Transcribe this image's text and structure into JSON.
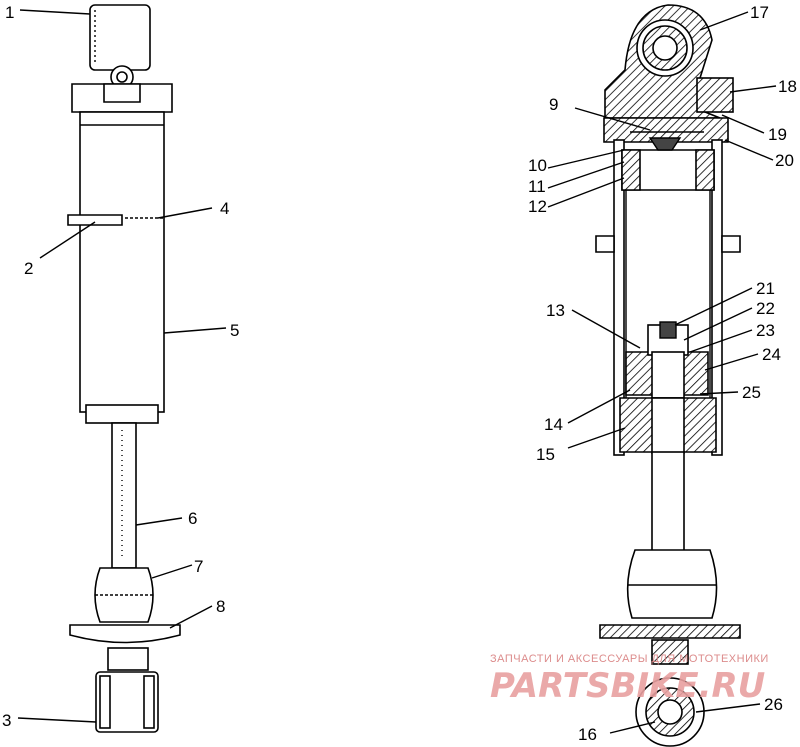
{
  "callouts": {
    "c1": "1",
    "c2": "2",
    "c3": "3",
    "c4": "4",
    "c5": "5",
    "c6": "6",
    "c7": "7",
    "c8": "8",
    "c9": "9",
    "c10": "10",
    "c11": "11",
    "c12": "12",
    "c13": "13",
    "c14": "14",
    "c15": "15",
    "c16": "16",
    "c17": "17",
    "c18": "18",
    "c19": "19",
    "c20": "20",
    "c21": "21",
    "c22": "22",
    "c23": "23",
    "c24": "24",
    "c25": "25",
    "c26": "26"
  },
  "watermark": {
    "caption": "ЗАПЧАСТИ И АКСЕССУАРЫ ДЛЯ МОТОТЕХНИКИ",
    "brand": "PARTSBIKE.RU"
  },
  "colors": {
    "line": "#000000",
    "watermark": "#e8a0a0"
  }
}
